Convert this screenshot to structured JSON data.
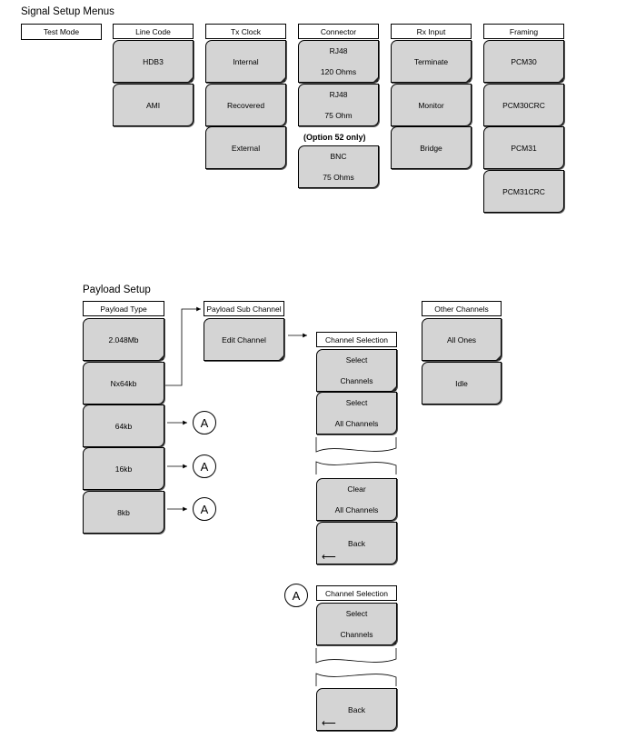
{
  "signal_setup": {
    "title": "Signal Setup Menus",
    "test_mode": "Test Mode",
    "line_code": {
      "header": "Line Code",
      "items": [
        "HDB3",
        "AMI"
      ]
    },
    "tx_clock": {
      "header": "Tx Clock",
      "items": [
        "Internal",
        "Recovered",
        "External"
      ]
    },
    "connector": {
      "header": "Connector",
      "items": [
        [
          "RJ48",
          "120 Ohms"
        ],
        [
          "RJ48",
          "75 Ohm"
        ],
        [
          "BNC",
          "75 Ohms"
        ]
      ],
      "note": "(Option 52 only)"
    },
    "rx_input": {
      "header": "Rx Input",
      "items": [
        "Terminate",
        "Monitor",
        "Bridge"
      ]
    },
    "framing": {
      "header": "Framing",
      "items": [
        "PCM30",
        "PCM30CRC",
        "PCM31",
        "PCM31CRC"
      ]
    }
  },
  "payload_setup": {
    "title": "Payload Setup",
    "payload_type": {
      "header": "Payload Type",
      "items": [
        "2.048Mb",
        "Nx64kb",
        "64kb",
        "16kb",
        "8kb"
      ]
    },
    "payload_sub_channel": {
      "header": "Payload Sub Channel",
      "items": [
        "Edit Channel"
      ]
    },
    "channel_selection": {
      "header": "Channel Selection",
      "items": [
        [
          "Select",
          "Channels"
        ],
        [
          "Select",
          "All Channels"
        ],
        [
          "Clear",
          "All Channels"
        ]
      ],
      "back": "Back",
      "back_arrow": "⟵"
    },
    "other_channels": {
      "header": "Other Channels",
      "items": [
        "All Ones",
        "Idle"
      ]
    },
    "channel_selection_a": {
      "marker": "A",
      "header": "Channel Selection",
      "items": [
        [
          "Select",
          "Channels"
        ]
      ],
      "back": "Back",
      "back_arrow": "⟵"
    },
    "marker_a": "A"
  }
}
